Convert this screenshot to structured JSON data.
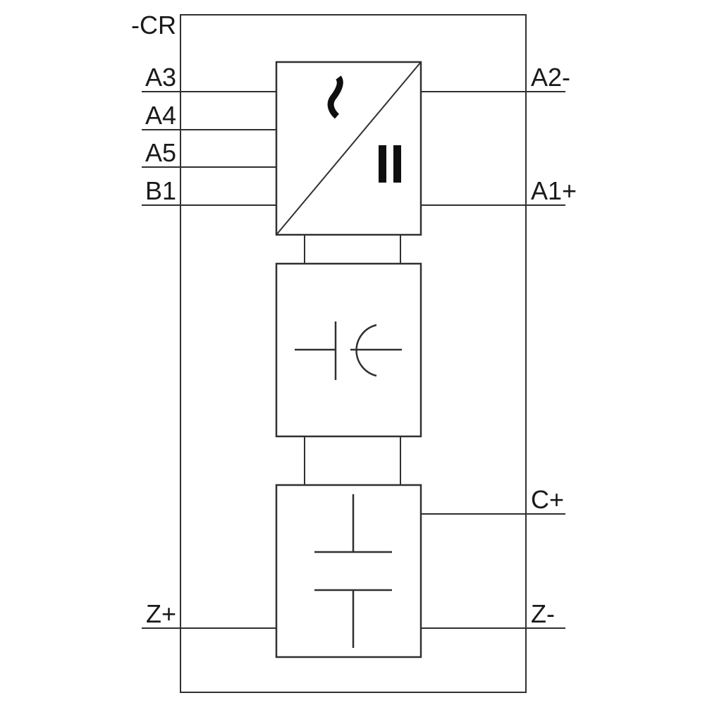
{
  "diagram": {
    "reference_label": "-CR",
    "terminals": {
      "left": [
        {
          "label": "A3"
        },
        {
          "label": "A4"
        },
        {
          "label": "A5"
        },
        {
          "label": "B1"
        },
        {
          "label": "Z+"
        }
      ],
      "right": [
        {
          "label": "A2-"
        },
        {
          "label": "A1+"
        },
        {
          "label": "C+"
        },
        {
          "label": "Z-"
        }
      ]
    },
    "blocks": [
      {
        "name": "converter-block",
        "symbol": "ac-dc-converter-icon"
      },
      {
        "name": "dc-link-block",
        "symbol": "polarized-capacitor-icon"
      },
      {
        "name": "capacitor-block",
        "symbol": "capacitor-icon"
      }
    ],
    "colors": {
      "line": "#303030",
      "symbol": "#0f0f0f",
      "text": "#1a1a1a",
      "background": "#ffffff"
    }
  }
}
